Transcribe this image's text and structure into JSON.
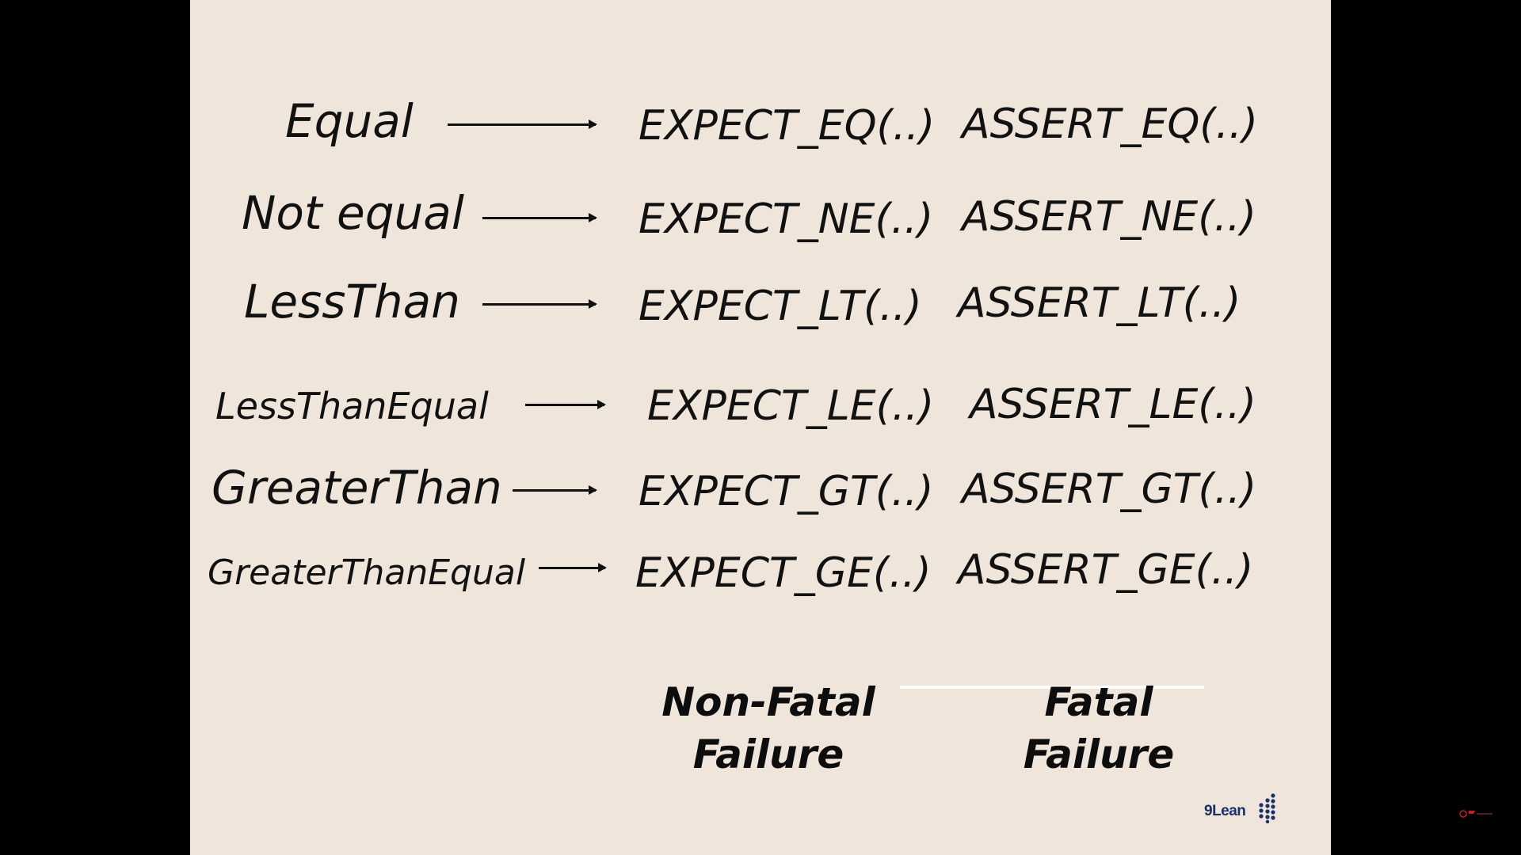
{
  "rows": [
    {
      "label": "Equal",
      "expect": "EXPECT_EQ(..)",
      "assert": "ASSERT_EQ(..)"
    },
    {
      "label": "Not equal",
      "expect": "EXPECT_NE(..)",
      "assert": "ASSERT_NE(..)"
    },
    {
      "label": "LessThan",
      "expect": "EXPECT_LT(..)",
      "assert": "ASSERT_LT(..)"
    },
    {
      "label": "LessThanEqual",
      "expect": "EXPECT_LE(..)",
      "assert": "ASSERT_LE(..)"
    },
    {
      "label": "GreaterThan",
      "expect": "EXPECT_GT(..)",
      "assert": "ASSERT_GT(..)"
    },
    {
      "label": "GreaterThanEqual",
      "expect": "EXPECT_GE(..)",
      "assert": "ASSERT_GE(..)"
    }
  ],
  "columns": {
    "non_fatal_line1": "Non-Fatal",
    "non_fatal_line2": "Failure",
    "fatal_line1": "Fatal",
    "fatal_line2": "Failure"
  },
  "logo": {
    "text": "9Lean",
    "icon": "dots-grid-icon"
  },
  "corner_mark": {
    "icon": "channel-watermark-icon"
  },
  "colors": {
    "background": "#000000",
    "slide": "#efe5db",
    "text": "#111111",
    "logo_blue": "#1b2f6b"
  }
}
